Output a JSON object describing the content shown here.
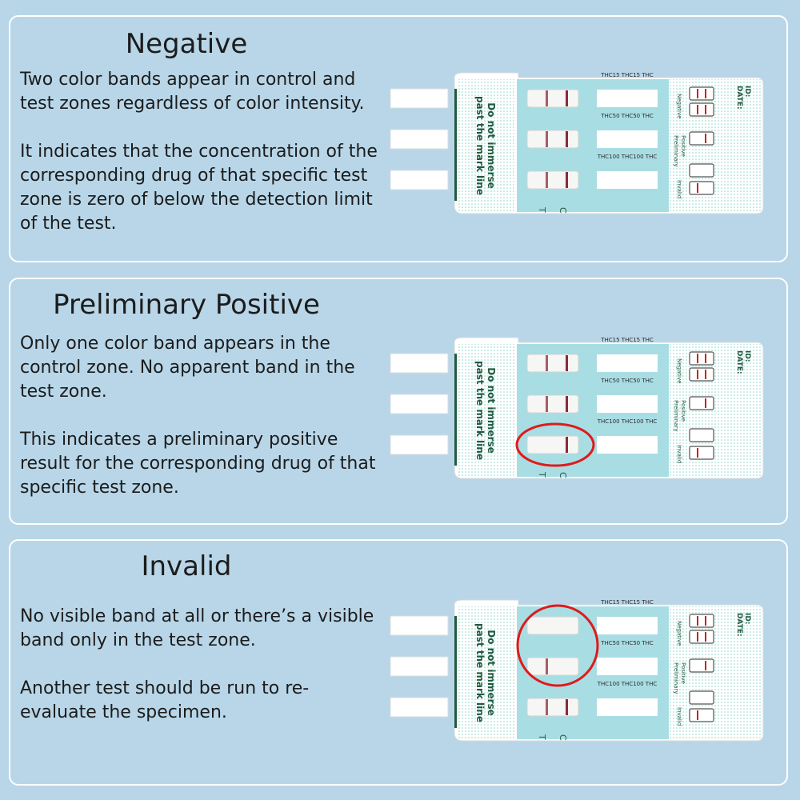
{
  "card": {
    "instruction": "Do not immerse past the mark line",
    "instruction_line1": "Do not immerse",
    "instruction_line2": "past the mark line",
    "id_label": "ID:",
    "date_label": "DATE:",
    "control_letter": "C",
    "test_letter": "T",
    "legend_negative": "Negative",
    "legend_preliminary": "Preliminary",
    "legend_positive": "Positive",
    "legend_invalid": "Invalid",
    "drug_labels": [
      "THC15 THC15 THC",
      "THC50 THC50 THC",
      "THC100 THC100 THC"
    ]
  },
  "panels": [
    {
      "title": "Negative",
      "paragraph1": "Two color bands appear in control and test zones regardless of color intensity.",
      "paragraph2": "It indicates that the concentration of the corresponding drug of that specific test zone is zero of below the detection limit of the test.",
      "strips": [
        {
          "control": true,
          "test": true
        },
        {
          "control": true,
          "test": true
        },
        {
          "control": true,
          "test": true
        }
      ],
      "highlight": "none"
    },
    {
      "title": "Preliminary Positive",
      "paragraph1": "Only one color band appears in the control zone. No apparent band in the test zone.",
      "paragraph2": "This indicates a preliminary positive result for the corresponding drug of that specific test zone.",
      "strips": [
        {
          "control": true,
          "test": true
        },
        {
          "control": true,
          "test": true
        },
        {
          "control": true,
          "test": false
        }
      ],
      "highlight": "strip-3"
    },
    {
      "title": "Invalid",
      "paragraph1": "No visible band at all or there’s a visible band only in the test zone.",
      "paragraph2": "Another test should be run to re-evaluate the specimen.",
      "strips": [
        {
          "control": false,
          "test": false
        },
        {
          "control": false,
          "test": true
        },
        {
          "control": true,
          "test": true
        }
      ],
      "highlight": "strips-1-2"
    }
  ],
  "colors": {
    "background": "#b8d6e8",
    "panel_border": "#ffffff",
    "card_teal": "#a9dde4",
    "band": "#8b2a3a",
    "highlight": "#e01a1a",
    "text_dark_green": "#1f5a3f"
  }
}
